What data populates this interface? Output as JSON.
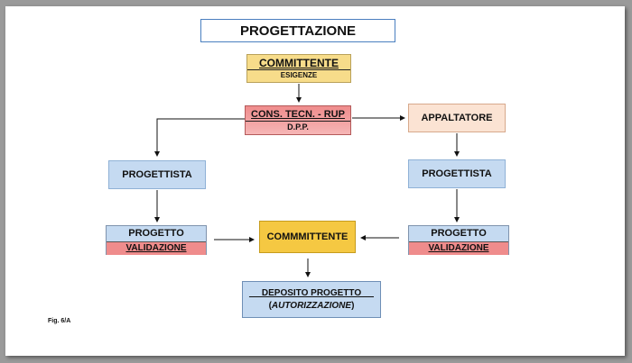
{
  "title": "PROGETTAZIONE",
  "committente_top": {
    "label": "COMMITTENTE",
    "sub": "ESIGENZE"
  },
  "cons": {
    "label": "CONS. TECN. - RUP",
    "sub": "D.P.P."
  },
  "appaltatore": "APPALTATORE",
  "progettista_left": "PROGETTISTA",
  "progettista_right": "PROGETTISTA",
  "progetto_left": {
    "label": "PROGETTO",
    "sub": "VALIDAZIONE"
  },
  "progetto_right": {
    "label": "PROGETTO",
    "sub": "VALIDAZIONE"
  },
  "committente_mid": "COMMMITTENTE",
  "deposito": {
    "label": "_ _DEPOSITO PROGETTO_ _",
    "sub_open": "(",
    "sub_italic": "AUTORIZZAZIONE",
    "sub_close": ")"
  },
  "fig_label": "Fig. 6/A",
  "colors": {
    "yellow": "#f7dc8a",
    "gold": "#f5c842",
    "red": "#ef8c8c",
    "peach": "#fbe3d3",
    "blue": "#c5daf1",
    "title_border": "#4a7fbf"
  }
}
